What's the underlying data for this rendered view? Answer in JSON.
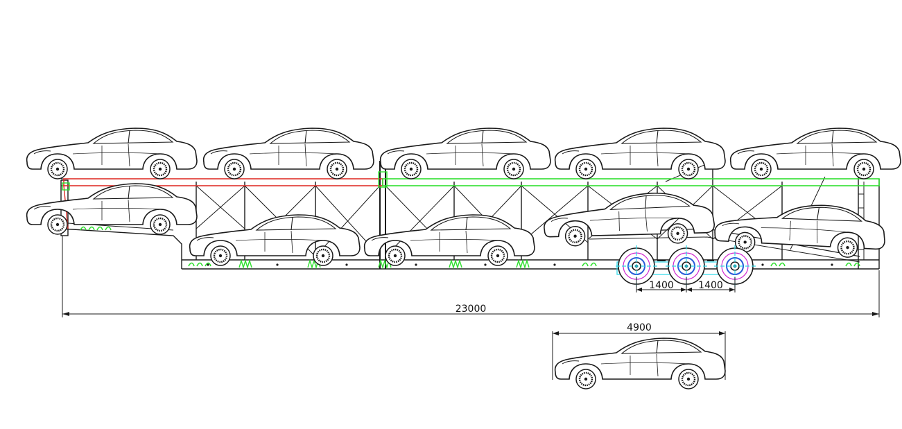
{
  "dimensions": {
    "trailer_length": "23000",
    "axle_spacing_1": "1400",
    "axle_spacing_2": "1400",
    "car_length": "4900"
  },
  "colors": {
    "line": "#1a1a1a",
    "upper_deck_front": "#e0302a",
    "upper_deck_rear": "#2ee02e",
    "wheel_magenta": "#d02ad0",
    "wheel_blue": "#2a5ad8",
    "wheel_cyan": "#2ad8e8"
  },
  "icons": [
    "sedan-car-icon",
    "wheel-icon",
    "axle-wheel-icon"
  ]
}
